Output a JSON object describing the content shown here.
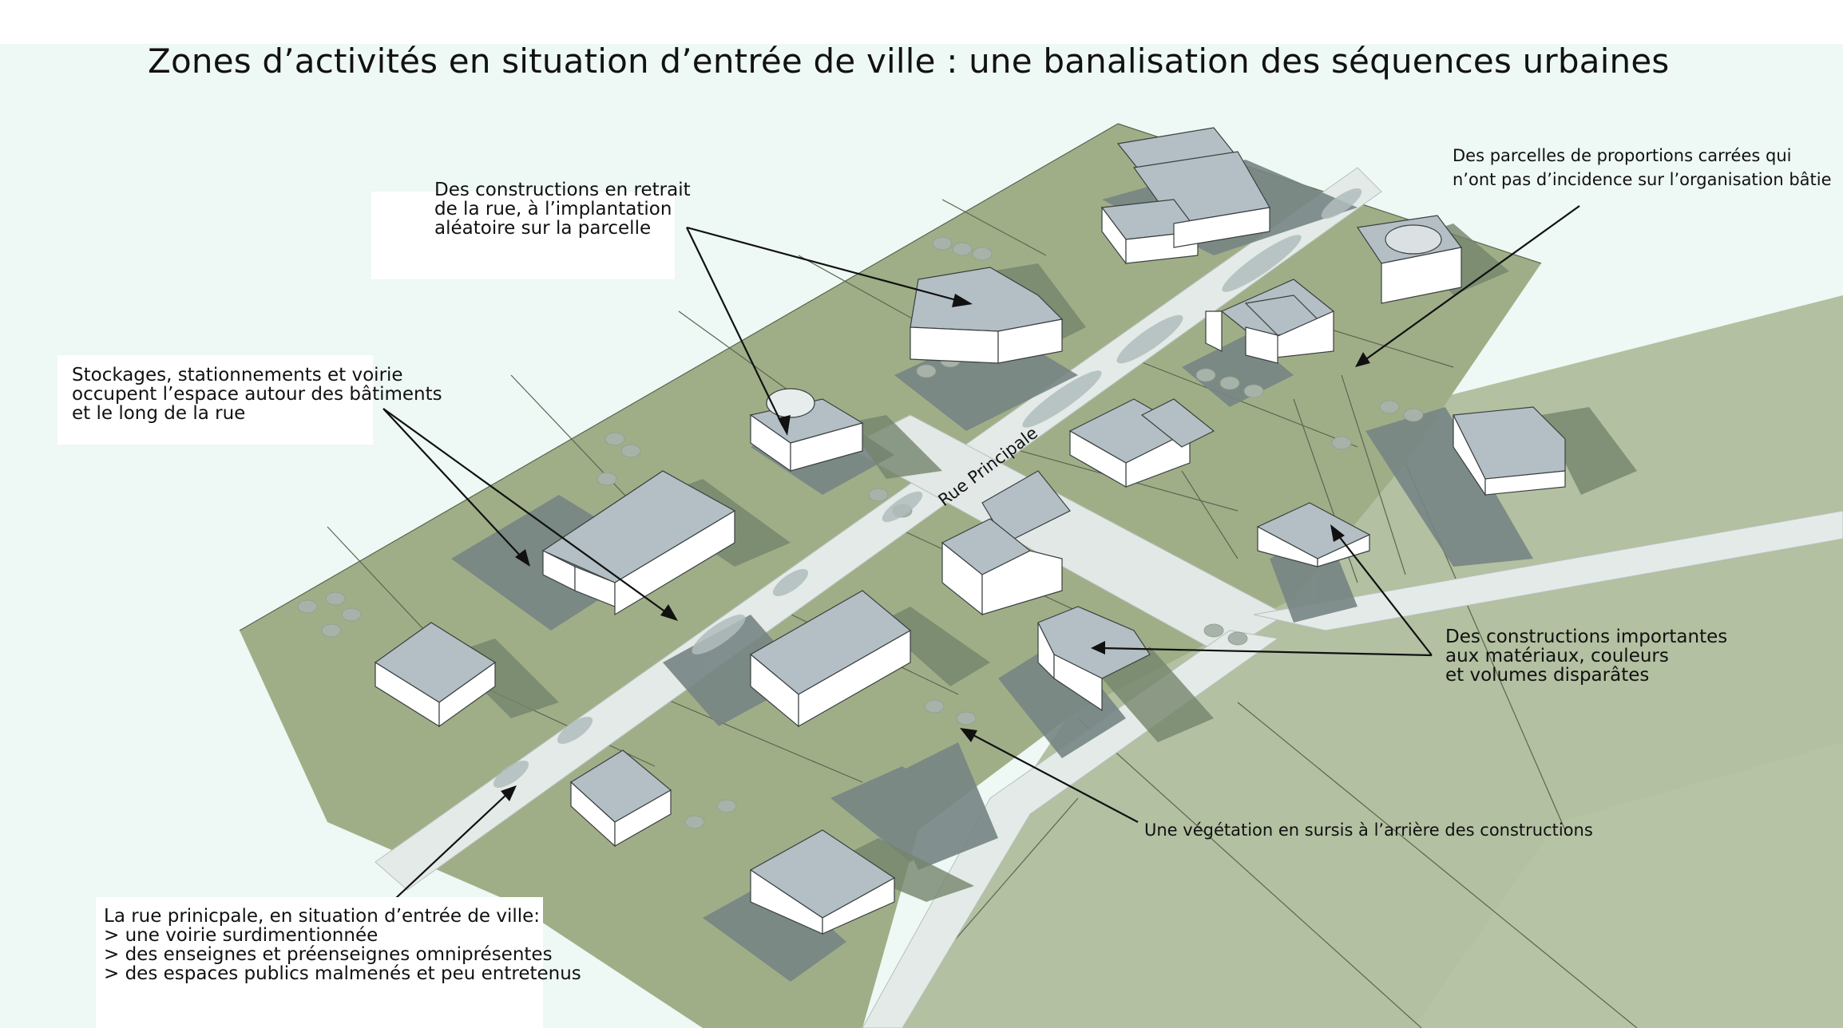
{
  "title": "Zones d’activités en situation d’entrée de ville : une banalisation des séquences urbaines",
  "street_label": "Rue Principale",
  "annotations": {
    "constructions_retrait": [
      "Des constructions en retrait",
      "de la rue, à l’implantation",
      "aléatoire sur la parcelle"
    ],
    "parcelles_carrees": [
      "Des parcelles de proportions carrées qui",
      "n’ont pas d’incidence sur l’organisation bâtie"
    ],
    "stockages": [
      "Stockages, stationnements et voirie",
      "occupent l’espace autour des bâtiments",
      "et le long de la rue"
    ],
    "constructions_importantes": [
      "Des constructions  importantes",
      "aux matériaux, couleurs",
      "et volumes disparâtes"
    ],
    "vegetation": [
      "Une végétation en sursis à l’arrière des constructions"
    ],
    "rue_principale": [
      "La rue prinicpale, en situation d’entrée de ville:",
      "> une voirie surdimentionnée",
      "> des enseignes et préenseignes omniprésentes",
      "> des espaces publics malmenés et peu entretenus"
    ]
  },
  "colors": {
    "ground": "#9fae86",
    "field": "#b2bf9f",
    "road": "#e6ebe8",
    "paved": "#7a8a8a",
    "roof": "#b4c1c6",
    "wall": "#ffffff",
    "shadow": "#8a9a7c",
    "sky": "#f1f9f6"
  }
}
